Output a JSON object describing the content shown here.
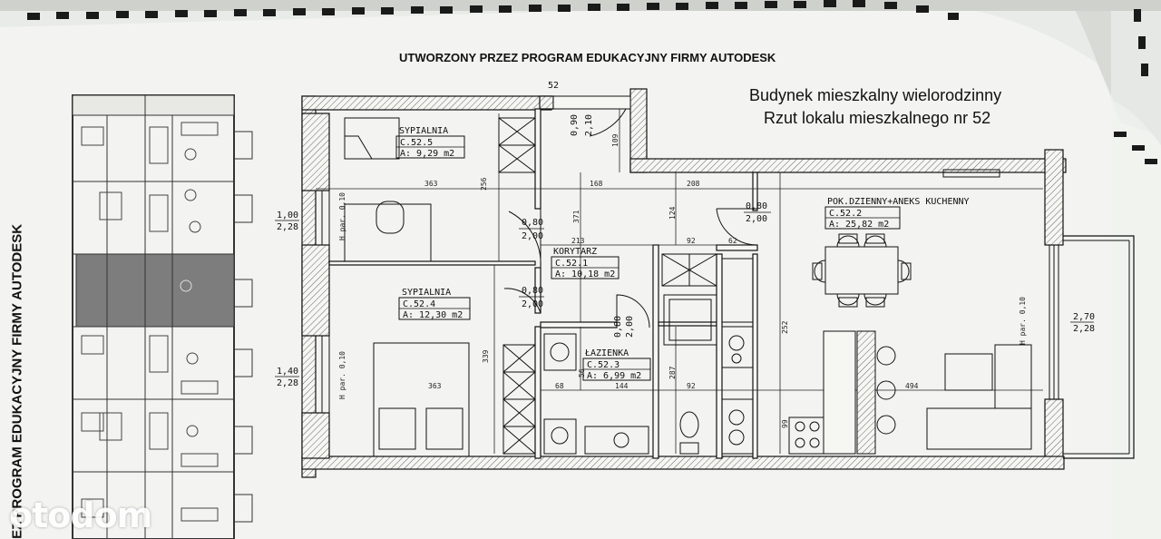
{
  "header": {
    "top_note": "UTWORZONY PRZEZ PROGRAM EDUKACYJNY FIRMY AUTODESK",
    "side_note": "ZEZ PROGRAM EDUKACYJNY FIRMY AUTODESK",
    "title_line1": "Budynek mieszkalny wielorodzinny",
    "title_line2": "Rzut lokalu mieszkalnego nr 52",
    "unit_number": "52"
  },
  "rooms": [
    {
      "name": "SYPIALNIA",
      "code": "C.52.5",
      "area": "A: 9,29 m2"
    },
    {
      "name": "SYPIALNIA",
      "code": "C.52.4",
      "area": "A: 12,30 m2"
    },
    {
      "name": "KORYTARZ",
      "code": "C.52.1",
      "area": "A: 10,18 m2"
    },
    {
      "name": "ŁAZIENKA",
      "code": "C.52.3",
      "area": "A: 6,99 m2"
    },
    {
      "name": "POK.DZIENNY+ANEKS KUCHENNY",
      "code": "C.52.2",
      "area": "A: 25,82 m2"
    }
  ],
  "doors": {
    "d1_w": "0,80",
    "d1_h": "2,00",
    "d2_w": "0,80",
    "d2_h": "2,00",
    "d3_w": "0,80",
    "d3_h": "2,00",
    "d4_w": "0,80",
    "d4_h": "2,00",
    "entry_w": "0,90",
    "entry_h": "2,10"
  },
  "windows": {
    "w1_w": "1,00",
    "w1_h": "2,28",
    "w2_w": "1,40",
    "w2_h": "2,28",
    "w3_w": "2,70",
    "w3_h": "2,28",
    "sill": "H par. 0,10"
  },
  "dimensions": {
    "d363a": "363",
    "d168": "168",
    "d208": "208",
    "d256": "256",
    "d371": "371",
    "d213": "213",
    "d92a": "92",
    "d62": "62",
    "d124": "124",
    "d109": "109",
    "d339": "339",
    "d363b": "363",
    "d68": "68",
    "d144": "144",
    "d92b": "92",
    "d287": "287",
    "d252": "252",
    "d494": "494",
    "d56": "56",
    "d99": "99"
  },
  "watermark": "otodom"
}
